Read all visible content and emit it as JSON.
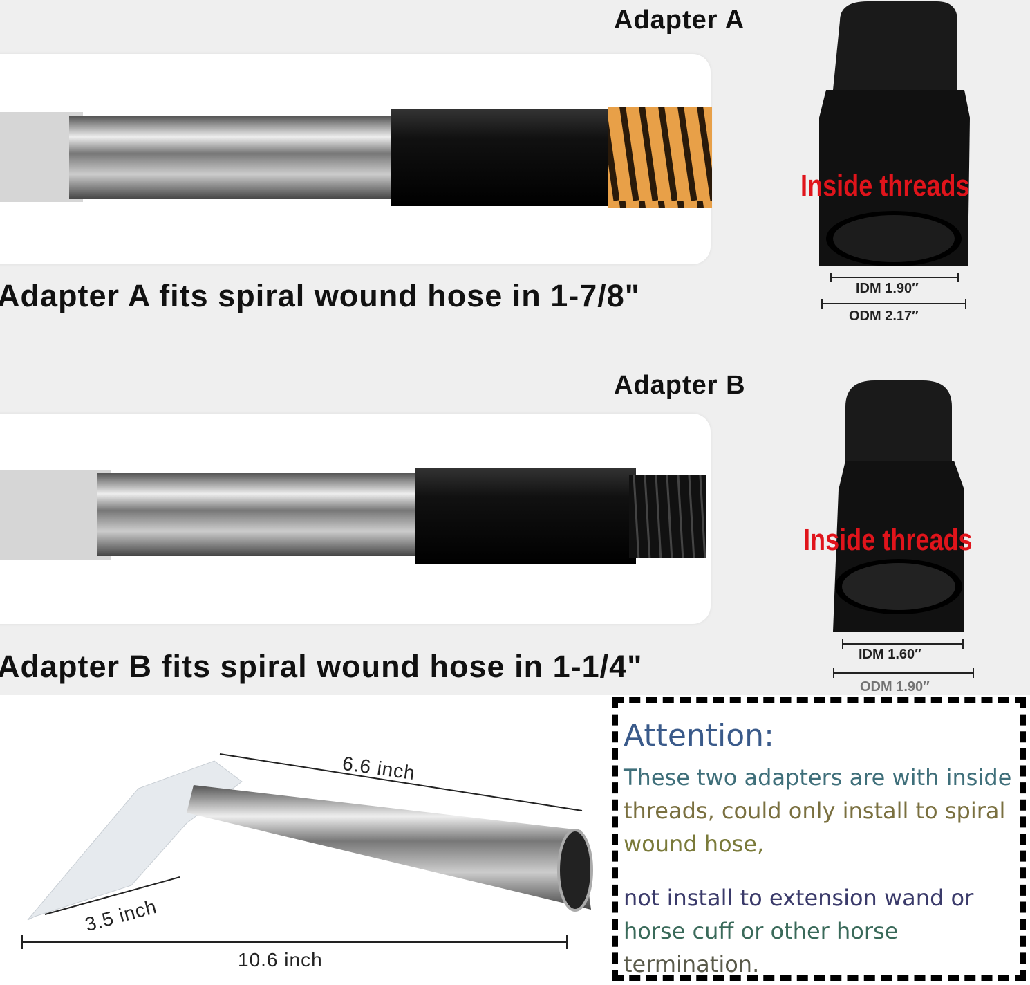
{
  "adapter_a": {
    "title": "Adapter A",
    "inside_label": "Inside threads",
    "idm": "IDM 1.90″",
    "odm": "ODM 2.17″",
    "caption": "Adapter A fits spiral wound hose in 1-7/8\""
  },
  "adapter_b": {
    "title": "Adapter B",
    "inside_label": "Inside threads",
    "idm": "IDM 1.60″",
    "odm": "ODM 1.90″",
    "caption": "Adapter B fits spiral wound hose in 1-1/4\""
  },
  "tool": {
    "length_tube": "6.6 inch",
    "length_head": "3.5 inch",
    "length_total": "10.6 inch"
  },
  "attention": {
    "title": "Attention:",
    "lines": [
      "These two adapters are with inside",
      "threads, could only install to spiral",
      "wound hose,",
      "not install to extension wand or",
      "horse cuff or other horse",
      "termination."
    ]
  },
  "colors": {
    "label_red": "#e0141b",
    "hose_orange": "#e8a048",
    "attention_blue": "#3a5a8a"
  }
}
